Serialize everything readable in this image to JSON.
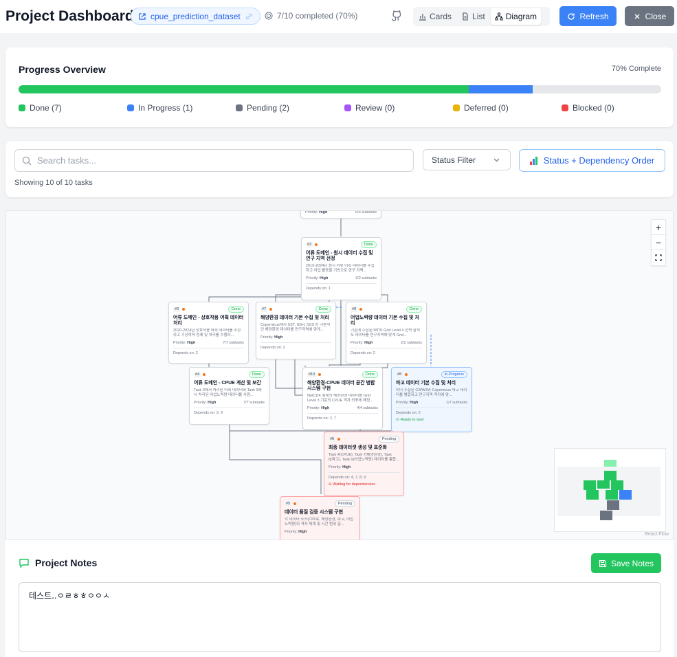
{
  "header": {
    "title": "Project Dashboard",
    "dataset": "cpue_prediction_dataset",
    "progress_text": "7/10 completed (70%)",
    "views": [
      "Cards",
      "List",
      "Diagram"
    ],
    "active_view": "Diagram",
    "refresh_label": "Refresh",
    "close_label": "Close"
  },
  "progress": {
    "title": "Progress Overview",
    "percent_label": "70% Complete",
    "done_fraction": 0.7,
    "in_progress_fraction": 0.1,
    "legend": [
      {
        "label": "Done (7)",
        "color": "#22c55e"
      },
      {
        "label": "In Progress (1)",
        "color": "#3b82f6"
      },
      {
        "label": "Pending (2)",
        "color": "#6b7280"
      },
      {
        "label": "Review (0)",
        "color": "#a855f7"
      },
      {
        "label": "Deferred (0)",
        "color": "#eab308"
      },
      {
        "label": "Blocked (0)",
        "color": "#ef4444"
      }
    ]
  },
  "filters": {
    "search_placeholder": "Search tasks...",
    "status_filter": "Status Filter",
    "order_label": "Status + Dependency Order",
    "showing": "Showing 10 of 10 tasks"
  },
  "diagram": {
    "nodes": [
      {
        "id": "n1",
        "num": "",
        "title": "",
        "desc": "",
        "priority_label": "Priority:",
        "priority": "High",
        "subtasks": "6/6 subtasks",
        "deps": "",
        "status": "done",
        "badge": ""
      },
      {
        "id": "n2",
        "num": "#2",
        "title": "어류 도메인 - 원시 데이터 수집 및 연구 지역 선정",
        "desc": "2019-2024년 원시 어류 어획 데이터를 수집하고 어업 활동을 기반으로 연구 지역...",
        "priority_label": "Priority:",
        "priority": "High",
        "subtasks": "2/2 subtasks",
        "deps": "Depends on: 1",
        "status": "done",
        "badge": "Done"
      },
      {
        "id": "n3",
        "num": "#3",
        "title": "어류 도메인 - 상호작용 어획 데이터 처리",
        "desc": "2020-2024년 상호작용 어획 데이터를 조정하고 기상학적 정제 및 처리를 수행하...",
        "priority_label": "Priority:",
        "priority": "High",
        "subtasks": "7/7 subtasks",
        "deps": "Depends on: 2",
        "status": "done",
        "badge": "Done"
      },
      {
        "id": "n7",
        "num": "#7",
        "title": "해양환경 데이터 기본 수집 및 처리",
        "desc": "Copernicus에서 SST, SSH, SSS 등 기본적인 해양환경 데이터를 연구지역에 맞게...",
        "priority_label": "Priority:",
        "priority": "High",
        "subtasks": "",
        "deps": "Depends on: 2",
        "status": "done",
        "badge": "Done"
      },
      {
        "id": "n9",
        "num": "#9",
        "title": "어업노력량 데이터 기본 수집 및 처리",
        "desc": "기존에 수집된 MTIS Grid Level 4 선박 항적도 데이터를 연구지역에 맞게 Grid...",
        "priority_label": "Priority:",
        "priority": "High",
        "subtasks": "2/2 subtasks",
        "deps": "Depends on: 2",
        "status": "done",
        "badge": "Done"
      },
      {
        "id": "n4",
        "num": "#4",
        "title": "어류 도메인 - CPUE 계산 및 보간",
        "desc": "Task 3에서 처리된 어획 데이터와 Task 9에서 처리된 어업노력량 데이터를 사용...",
        "priority_label": "Priority:",
        "priority": "High",
        "subtasks": "7/7 subtasks",
        "deps": "Depends on: 3, 9",
        "status": "done",
        "badge": "Done"
      },
      {
        "id": "n10",
        "num": "#10",
        "title": "해양환경-CPUE 데이터 공간 병합 시스템 구현",
        "desc": "NetCDF 형태의 해양환경 데이터를 Grid Level 3 기준의 CPUE 격자 좌표에 매칭...",
        "priority_label": "Priority:",
        "priority": "High",
        "subtasks": "4/4 subtasks",
        "deps": "Depends on: 2, 7",
        "status": "done",
        "badge": "Done"
      },
      {
        "id": "n8",
        "num": "#8",
        "title": "파고 데이터 기본 수집 및 처리",
        "desc": "이미 수집된 CWW3와 Copernicus 파고 데이터를 병합하고 연구지역 격자에 맞...",
        "priority_label": "Priority:",
        "priority": "High",
        "subtasks": "1/7 subtasks",
        "deps": "Depends on: 2",
        "status": "inprog",
        "badge": "In-Progress",
        "extra": "Ready to start"
      },
      {
        "id": "n6",
        "num": "#6",
        "title": "최종 데이터셋 생성 및 표준화",
        "desc": "Task 4(CPUE), Task 7(해양환경), Task 8(파고), Task 9(어업노력량) 데이터를 통합...",
        "priority_label": "Priority:",
        "priority": "High",
        "subtasks": "",
        "deps": "Depends on: 4, 7, 8, 9",
        "status": "pending",
        "badge": "Pending",
        "extra": "Waiting for dependencies"
      },
      {
        "id": "n5",
        "num": "#5",
        "title": "데이터 품질 검증 시스템 구현",
        "desc": "각 데이터 소스(CPUE, 해양환경, 파고, 어업노력량)의 격자 체계 및 시간 범위 일...",
        "priority_label": "Priority:",
        "priority": "High",
        "subtasks": "",
        "deps": "",
        "status": "pending",
        "badge": "Pending"
      }
    ],
    "zoom_in": "+",
    "zoom_out": "−",
    "attribution": "React Flow"
  },
  "notes": {
    "title": "Project Notes",
    "save_label": "Save Notes",
    "content": "테스트..ㅇㄹㅎㅎㅇㅇㅅ"
  },
  "colors": {
    "done": "#22c55e",
    "in_progress": "#3b82f6",
    "pending": "#6b7280",
    "accent": "#3b82f6"
  }
}
